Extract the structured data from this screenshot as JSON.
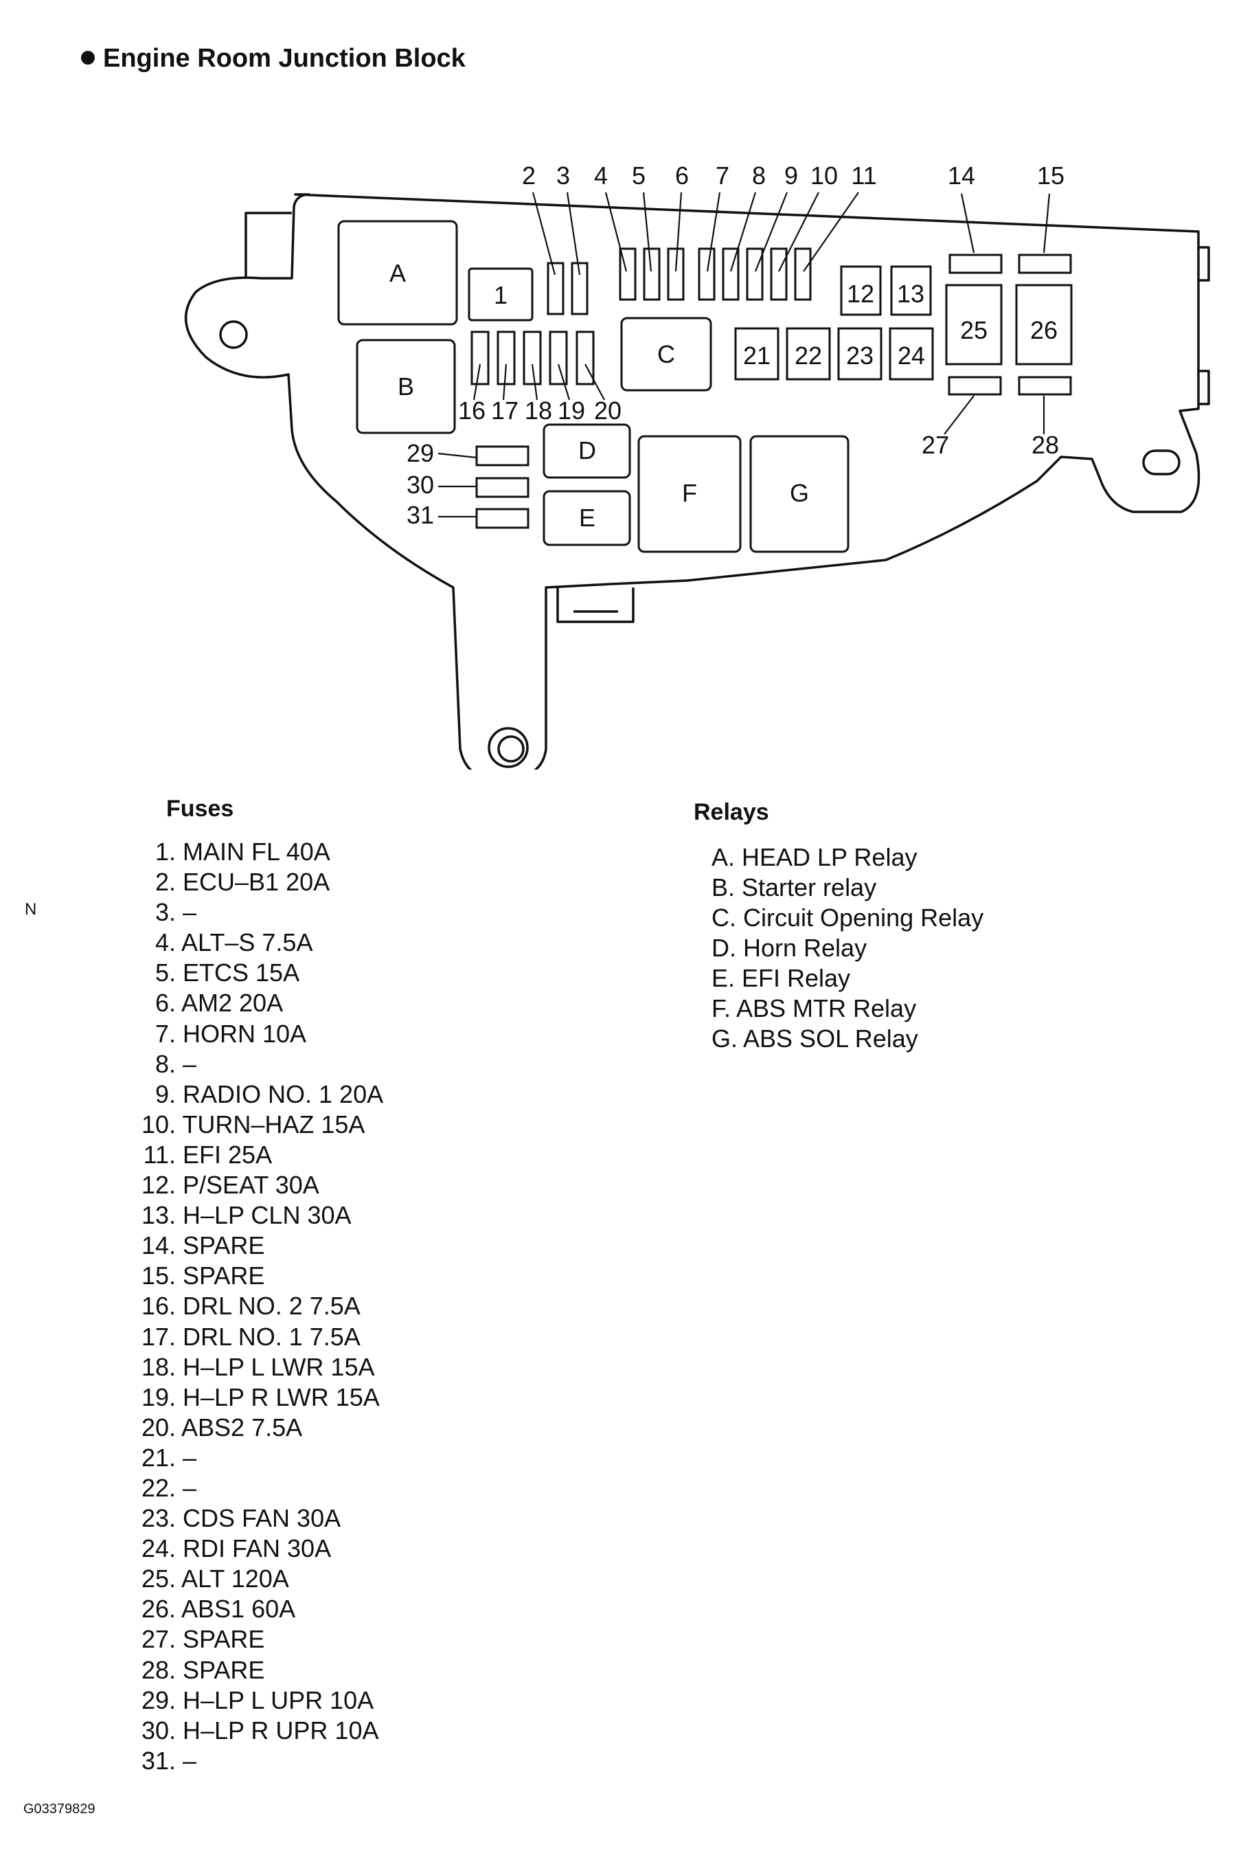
{
  "title": "Engine Room Junction Block",
  "diagram": {
    "relay_labels": [
      "A",
      "B",
      "C",
      "D",
      "E",
      "F",
      "G"
    ],
    "fuse_numbers": [
      "1",
      "2",
      "3",
      "4",
      "5",
      "6",
      "7",
      "8",
      "9",
      "10",
      "11",
      "12",
      "13",
      "14",
      "15",
      "16",
      "17",
      "18",
      "19",
      "20",
      "21",
      "22",
      "23",
      "24",
      "25",
      "26",
      "27",
      "28",
      "29",
      "30",
      "31"
    ]
  },
  "fuses": {
    "heading": "Fuses",
    "items": [
      {
        "num": "1.",
        "text": "MAIN FL 40A"
      },
      {
        "num": "2.",
        "text": "ECU–B1 20A"
      },
      {
        "num": "3.",
        "text": "–"
      },
      {
        "num": "4.",
        "text": "ALT–S 7.5A"
      },
      {
        "num": "5.",
        "text": "ETCS 15A"
      },
      {
        "num": "6.",
        "text": "AM2 20A"
      },
      {
        "num": "7.",
        "text": "HORN 10A"
      },
      {
        "num": "8.",
        "text": "–"
      },
      {
        "num": "9.",
        "text": "RADIO NO. 1 20A"
      },
      {
        "num": "10.",
        "text": "TURN–HAZ 15A"
      },
      {
        "num": "11.",
        "text": "EFI 25A"
      },
      {
        "num": "12.",
        "text": "P/SEAT 30A"
      },
      {
        "num": "13.",
        "text": "H–LP CLN 30A"
      },
      {
        "num": "14.",
        "text": "SPARE"
      },
      {
        "num": "15.",
        "text": "SPARE"
      },
      {
        "num": "16.",
        "text": "DRL NO. 2 7.5A"
      },
      {
        "num": "17.",
        "text": "DRL NO. 1 7.5A"
      },
      {
        "num": "18.",
        "text": "H–LP L LWR 15A"
      },
      {
        "num": "19.",
        "text": "H–LP R LWR 15A"
      },
      {
        "num": "20.",
        "text": "ABS2 7.5A"
      },
      {
        "num": "21.",
        "text": "–"
      },
      {
        "num": "22.",
        "text": "–"
      },
      {
        "num": "23.",
        "text": "CDS FAN 30A"
      },
      {
        "num": "24.",
        "text": "RDI FAN 30A"
      },
      {
        "num": "25.",
        "text": "ALT 120A"
      },
      {
        "num": "26.",
        "text": "ABS1 60A"
      },
      {
        "num": "27.",
        "text": "SPARE"
      },
      {
        "num": "28.",
        "text": "SPARE"
      },
      {
        "num": "29.",
        "text": "H–LP L UPR 10A"
      },
      {
        "num": "30.",
        "text": "H–LP R UPR 10A"
      },
      {
        "num": "31.",
        "text": "–"
      }
    ]
  },
  "relays": {
    "heading": "Relays",
    "items": [
      "A. HEAD LP Relay",
      "B. Starter relay",
      "C. Circuit Opening Relay",
      "D. Horn Relay",
      "E. EFI Relay",
      "F. ABS MTR Relay",
      "G. ABS SOL Relay"
    ]
  },
  "side_mark": "N",
  "figure_code": "G03379829"
}
